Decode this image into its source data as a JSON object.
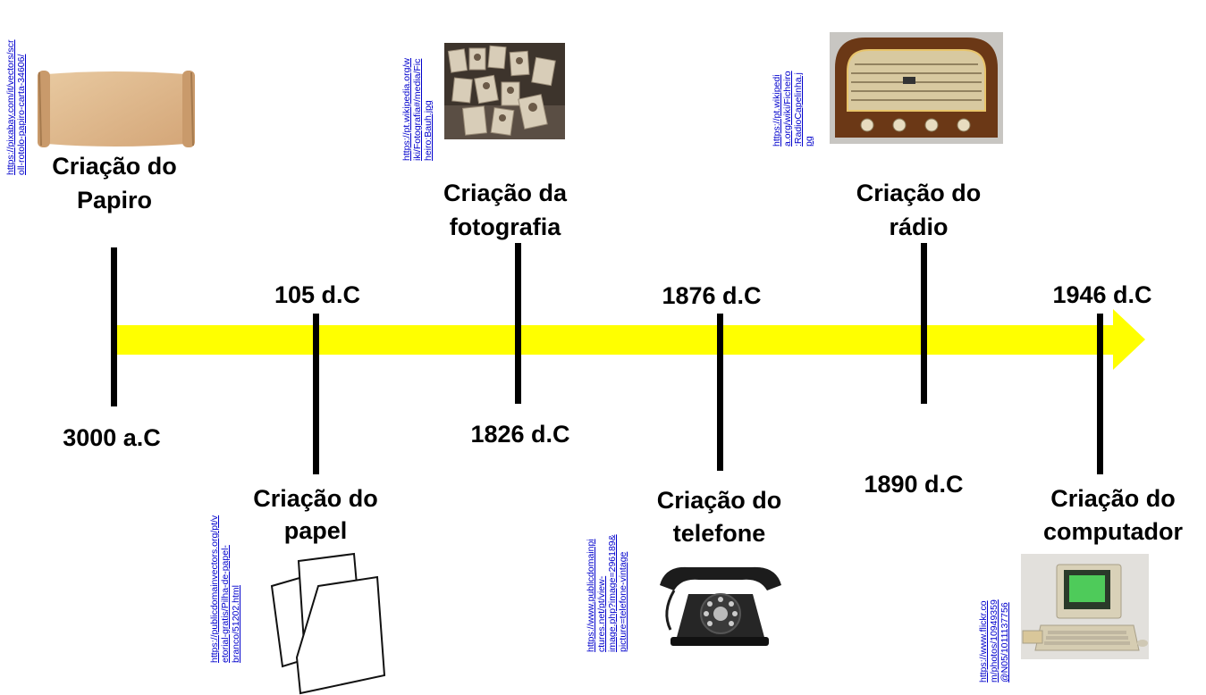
{
  "timeline": {
    "arrow_color": "#ffff00",
    "events": [
      {
        "year": "3000 a.C",
        "title": "Criação do Papiro",
        "source": [
          "https://pixabay.com/it/vectors/scr",
          "oll-rotolo-papiro-carta-34606/"
        ],
        "image": "papyrus-scroll"
      },
      {
        "year": "105 d.C",
        "title": "Criação do papel",
        "source": [
          "https://publicdomainvectors.org/pt/v",
          "etorial-gratis/Pilha-de-papel-",
          "branco/51202.html"
        ],
        "image": "paper-sheets"
      },
      {
        "year": "1826 d.C",
        "title": "Criação da fotografia",
        "source": [
          "https://pt.wikipedia.org/w",
          "iki/Fotografia#/media/Fic",
          "heiro:Bauh.jpg"
        ],
        "image": "old-photographs"
      },
      {
        "year": "1876 d.C",
        "title": "Criação do telefone",
        "source": [
          "https://www.publicdomainpi",
          "ctures.net/pt/view-",
          "image.php?image=296189&",
          "picture=telefone-vintage"
        ],
        "image": "vintage-telephone"
      },
      {
        "year": "1890 d.C",
        "title": "Criação do rádio",
        "source": [
          "https://pt.wikipedi",
          "a.org/wiki/Ficheiro",
          ":RadioCapelinha.j",
          "pg"
        ],
        "image": "vintage-radio"
      },
      {
        "year": "1946 d.C",
        "title": "Criação do computador",
        "source": [
          "https://www.flickr.co",
          "m/photos/10949359",
          "@N05/1011137756"
        ],
        "image": "vintage-computer"
      }
    ]
  }
}
